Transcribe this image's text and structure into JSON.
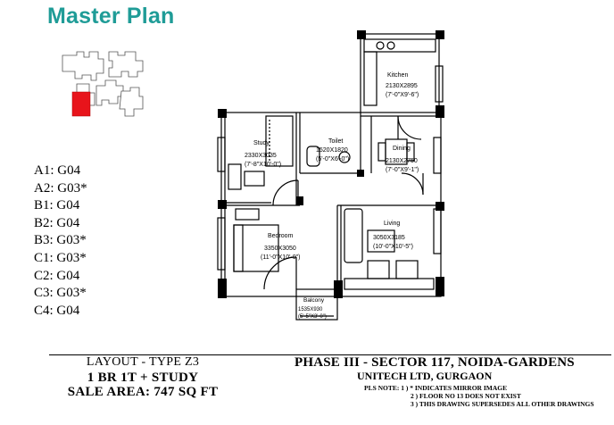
{
  "title": "Master Plan",
  "units": [
    {
      "label": "A1: G04"
    },
    {
      "label": "A2: G03*"
    },
    {
      "label": "B1: G04"
    },
    {
      "label": "B2: G04"
    },
    {
      "label": "B3: G03*"
    },
    {
      "label": "C1: G03*"
    },
    {
      "label": "C2: G04"
    },
    {
      "label": "C3: G03*"
    },
    {
      "label": "C4: G04"
    }
  ],
  "rooms": {
    "kitchen": {
      "name": "Kitchen",
      "size": "2130X2895",
      "size_ft": "(7'-0\"X9'-6\")"
    },
    "study": {
      "name": "Study",
      "size": "2330X3035",
      "size_ft": "(7'-8\"X10'-0\")"
    },
    "toilet": {
      "name": "Toilet",
      "size": "1520X1820",
      "size_ft": "(5'-0\"X6'-0\")"
    },
    "dining": {
      "name": "Dining",
      "size": "2130X2750",
      "size_ft": "(7'-0\"X9'-1\")"
    },
    "bedroom": {
      "name": "Bedroom",
      "size": "3350X3050",
      "size_ft": "(11'-0\"X10'-0\")"
    },
    "living": {
      "name": "Living",
      "size": "3050X3185",
      "size_ft": "(10'-0\"X10'-5\")"
    },
    "balcony": {
      "name": "Balcony",
      "size": "1535X930",
      "size_ft": "(5'-5\"X3'-0\")"
    }
  },
  "layout": {
    "line1": "LAYOUT - TYPE Z3",
    "line2": "1 BR 1T + STUDY",
    "line3": "SALE AREA:  747 SQ FT"
  },
  "project": {
    "phase": "PHASE III - SECTOR 117, NOIDA-GARDENS",
    "company": "UNITECH  LTD, GURGAON"
  },
  "notes": {
    "line1": "PLS NOTE: 1 ) *  INDICATES MIRROR IMAGE",
    "line2": "2 ) FLOOR NO 13 DOES NOT EXIST",
    "line3": "3 ) THIS DRAWING SUPERSEDES  ALL OTHER DRAWINGS"
  },
  "colors": {
    "title": "#1f9c97",
    "highlight": "#e8141b",
    "wall": "#000000"
  }
}
